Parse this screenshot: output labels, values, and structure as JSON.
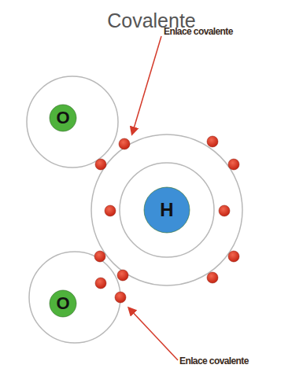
{
  "diagram": {
    "title": "Covalente",
    "nodes": [
      {
        "text": [
          "O"
        ]
      },
      {
        "text": [
          "H"
        ]
      },
      {
        "text": [
          "O"
        ]
      }
    ],
    "labels": [
      "Enlace covalente",
      "Enlace covalente"
    ]
  }
}
